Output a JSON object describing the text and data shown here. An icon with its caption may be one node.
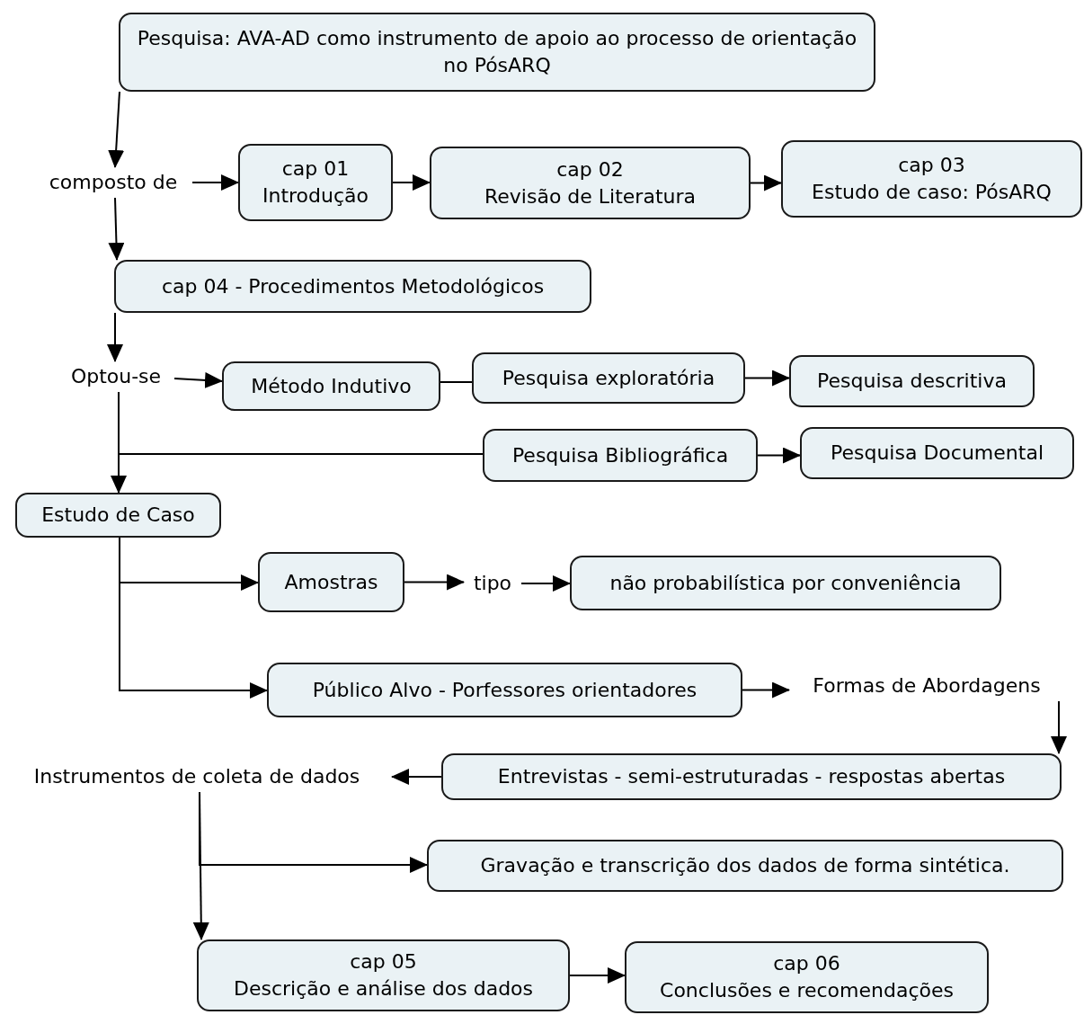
{
  "diagram": {
    "nodes": [
      {
        "text": [
          "Pesquisa: AVA-AD como instrumento de apoio ao processo de orientação no PósARQ"
        ]
      },
      {
        "text": [
          "composto de"
        ]
      },
      {
        "text": [
          "cap 01",
          "Introdução"
        ]
      },
      {
        "text": [
          "cap 02",
          "Revisão de Literatura"
        ]
      },
      {
        "text": [
          "cap 03",
          "Estudo de caso: PósARQ"
        ]
      },
      {
        "text": [
          "cap 04 - Procedimentos Metodológicos"
        ]
      },
      {
        "text": [
          "Optou-se"
        ]
      },
      {
        "text": [
          "Método Indutivo"
        ]
      },
      {
        "text": [
          "Pesquisa exploratória"
        ]
      },
      {
        "text": [
          "Pesquisa descritiva"
        ]
      },
      {
        "text": [
          "Pesquisa Bibliográfica"
        ]
      },
      {
        "text": [
          "Pesquisa Documental"
        ]
      },
      {
        "text": [
          "Estudo de Caso"
        ]
      },
      {
        "text": [
          "Amostras"
        ]
      },
      {
        "text": [
          "tipo"
        ]
      },
      {
        "text": [
          "não probabilística por conveniência"
        ]
      },
      {
        "text": [
          "Público Alvo - Porfessores orientadores"
        ]
      },
      {
        "text": [
          "Formas de Abordagens"
        ]
      },
      {
        "text": [
          "Entrevistas - semi-estruturadas - respostas abertas"
        ]
      },
      {
        "text": [
          "Instrumentos de coleta de dados"
        ]
      },
      {
        "text": [
          "Gravação e transcrição dos dados de forma sintética."
        ]
      },
      {
        "text": [
          "cap 05",
          "Descrição e análise dos dados"
        ]
      },
      {
        "text": [
          "cap 06",
          "Conclusões e recomendações"
        ]
      }
    ],
    "edges": [
      {
        "from": 0,
        "to": 1,
        "arrow": "to"
      },
      {
        "from": 1,
        "to": 2,
        "arrow": "to"
      },
      {
        "from": 2,
        "to": 3,
        "arrow": "to"
      },
      {
        "from": 3,
        "to": 4,
        "arrow": "to"
      },
      {
        "from": 1,
        "to": 5,
        "arrow": "to"
      },
      {
        "from": 5,
        "to": 6,
        "arrow": "to"
      },
      {
        "from": 6,
        "to": 7,
        "arrow": "to"
      },
      {
        "from": 7,
        "to": 8,
        "arrow": "none"
      },
      {
        "from": 8,
        "to": 9,
        "arrow": "to"
      },
      {
        "from": 6,
        "to": 10,
        "arrow": "none"
      },
      {
        "from": 6,
        "to": 12,
        "arrow": "to"
      },
      {
        "from": 10,
        "to": 11,
        "arrow": "to"
      },
      {
        "from": 12,
        "to": 13,
        "arrow": "to"
      },
      {
        "from": 12,
        "to": 16,
        "arrow": "to"
      },
      {
        "from": 13,
        "to": 14,
        "arrow": "to"
      },
      {
        "from": 14,
        "to": 15,
        "arrow": "to"
      },
      {
        "from": 16,
        "to": 17,
        "arrow": "to"
      },
      {
        "from": 17,
        "to": 18,
        "arrow": "to"
      },
      {
        "from": 18,
        "to": 19,
        "arrow": "to"
      },
      {
        "from": 19,
        "to": 20,
        "arrow": "to"
      },
      {
        "from": 19,
        "to": 21,
        "arrow": "to"
      },
      {
        "from": 21,
        "to": 22,
        "arrow": "to"
      }
    ]
  }
}
